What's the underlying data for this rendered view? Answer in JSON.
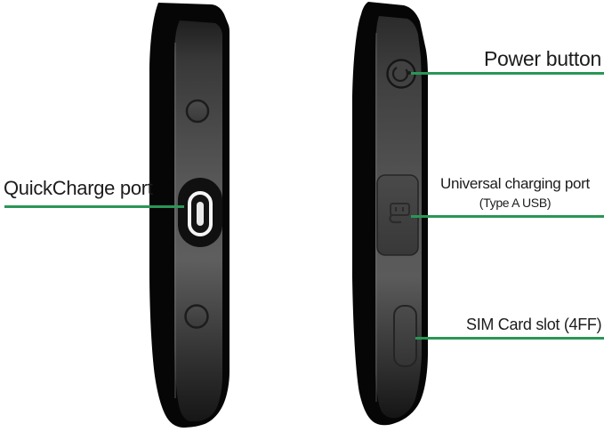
{
  "title": "Device side views with port annotations",
  "colors": {
    "background": "#ffffff",
    "callout_line": "#2a9657",
    "label_text": "#1c1c1c",
    "device_body": "#0a0a0a",
    "device_face": "#5a5a5a"
  },
  "callouts": {
    "quickcharge": {
      "label": "QuickCharge port"
    },
    "power": {
      "label": "Power button"
    },
    "universal_charging": {
      "label": "Universal charging port",
      "sublabel": "(Type A USB)"
    },
    "sim": {
      "label": "SIM Card slot (4FF)"
    }
  },
  "devices": {
    "left": {
      "name": "device left-side profile with QuickCharge USB-C port and two round buttons"
    },
    "right": {
      "name": "device right-side profile with power button, charging port cover and SIM card slot"
    }
  }
}
